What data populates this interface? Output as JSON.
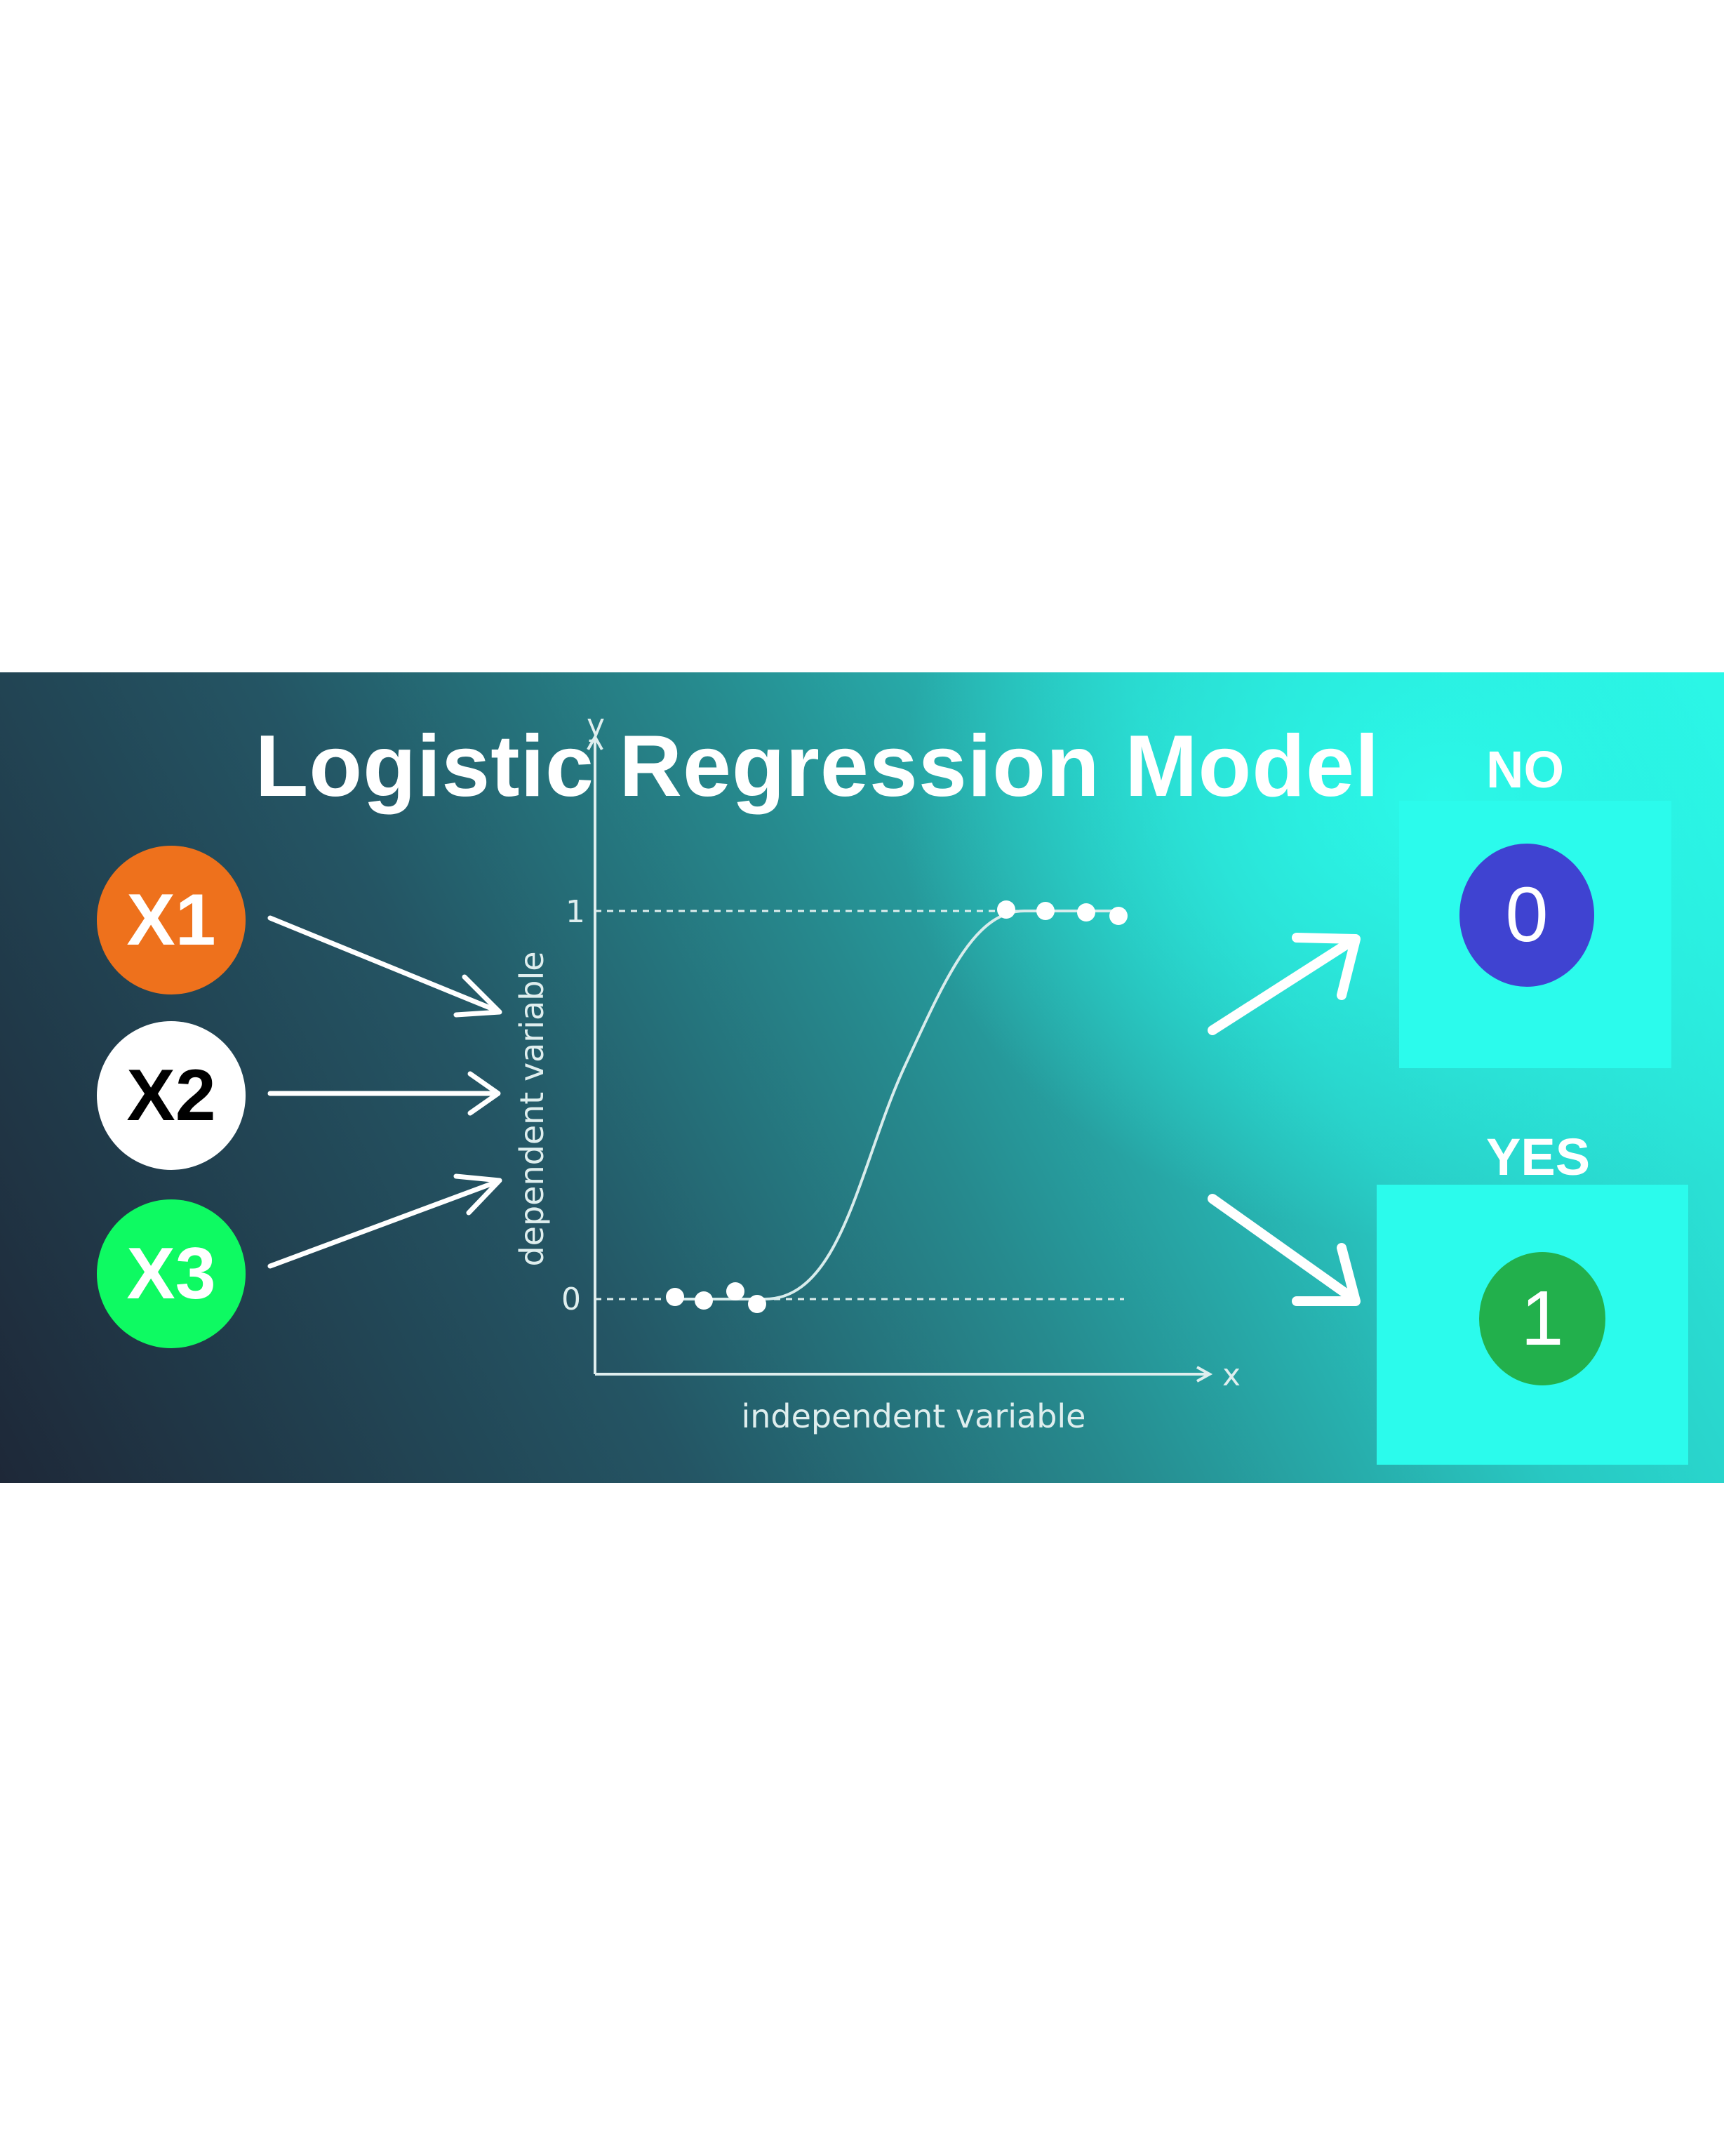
{
  "title": "Logistic Regression Model",
  "inputs": [
    {
      "label": "X1",
      "color": "#ee711c"
    },
    {
      "label": "X2",
      "color": "#ffffff"
    },
    {
      "label": "X3",
      "color": "#0efa62"
    }
  ],
  "graph": {
    "x_axis_letter": "x",
    "y_axis_letter": "y",
    "x_axis_label": "independent variable",
    "y_axis_label": "dependent variable",
    "y_tick_0": "0",
    "y_tick_1": "1"
  },
  "outputs": {
    "no": {
      "label": "NO",
      "value": "0",
      "color": "#3f43d1"
    },
    "yes": {
      "label": "YES",
      "value": "1",
      "color": "#22b04c"
    }
  },
  "colors": {
    "box": "#2bfbec",
    "arrow": "#ffffff",
    "curve": "#d8ecec"
  }
}
